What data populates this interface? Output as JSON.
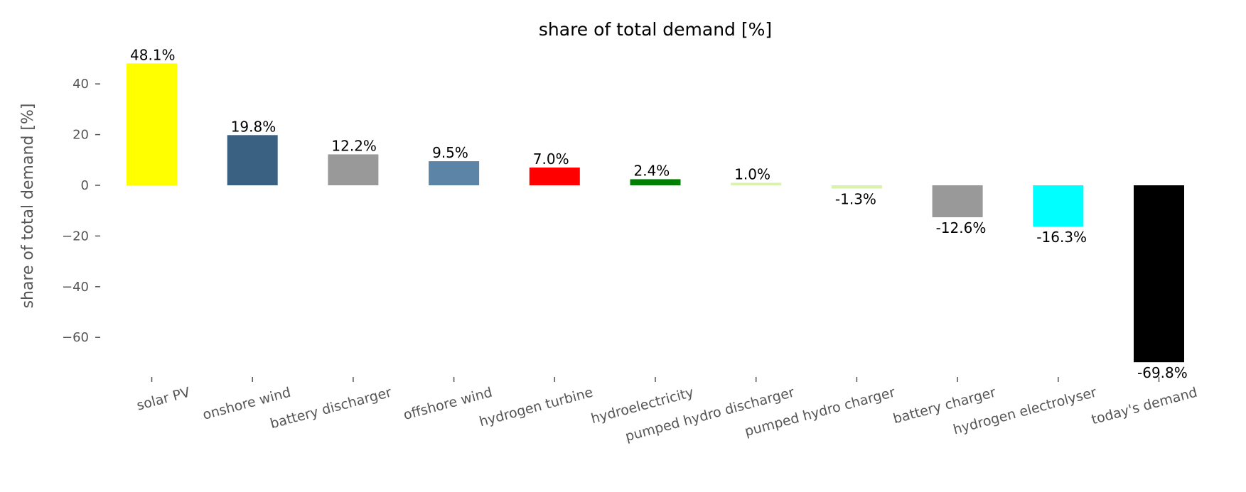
{
  "chart_data": {
    "type": "bar",
    "title": "share of total demand [%]",
    "xlabel": "",
    "ylabel": "share of total demand [%]",
    "ylim": [
      -75,
      52
    ],
    "yticks": [
      40,
      20,
      0,
      -20,
      -40,
      -60
    ],
    "ytick_labels": [
      "40",
      "20",
      "0",
      "−20",
      "−40",
      "−60"
    ],
    "grid": false,
    "categories": [
      "solar PV",
      "onshore wind",
      "battery discharger",
      "offshore wind",
      "hydrogen turbine",
      "hydroelectricity",
      "pumped hydro discharger",
      "pumped hydro charger",
      "battery charger",
      "hydrogen electrolyser",
      "today's demand"
    ],
    "values": [
      48.1,
      19.8,
      12.2,
      9.5,
      7.0,
      2.4,
      1.0,
      -1.3,
      -12.6,
      -16.3,
      -69.8
    ],
    "data_labels": [
      "48.1%",
      "19.8%",
      "12.2%",
      "9.5%",
      "7.0%",
      "2.4%",
      "1.0%",
      "-1.3%",
      "-12.6%",
      "-16.3%",
      "-69.8%"
    ],
    "colors": [
      "#ffff00",
      "#3b6182",
      "#999999",
      "#5b84a6",
      "#ff0000",
      "#008000",
      "#d9f2ad",
      "#d9f2ad",
      "#999999",
      "#00ffff",
      "#000000"
    ]
  }
}
